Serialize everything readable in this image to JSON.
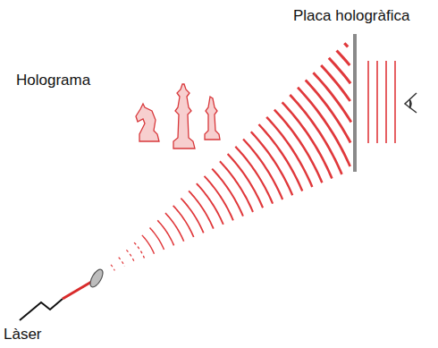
{
  "diagram": {
    "labels": [
      "Placa hologràfica",
      "Holograma",
      "Làser"
    ]
  }
}
